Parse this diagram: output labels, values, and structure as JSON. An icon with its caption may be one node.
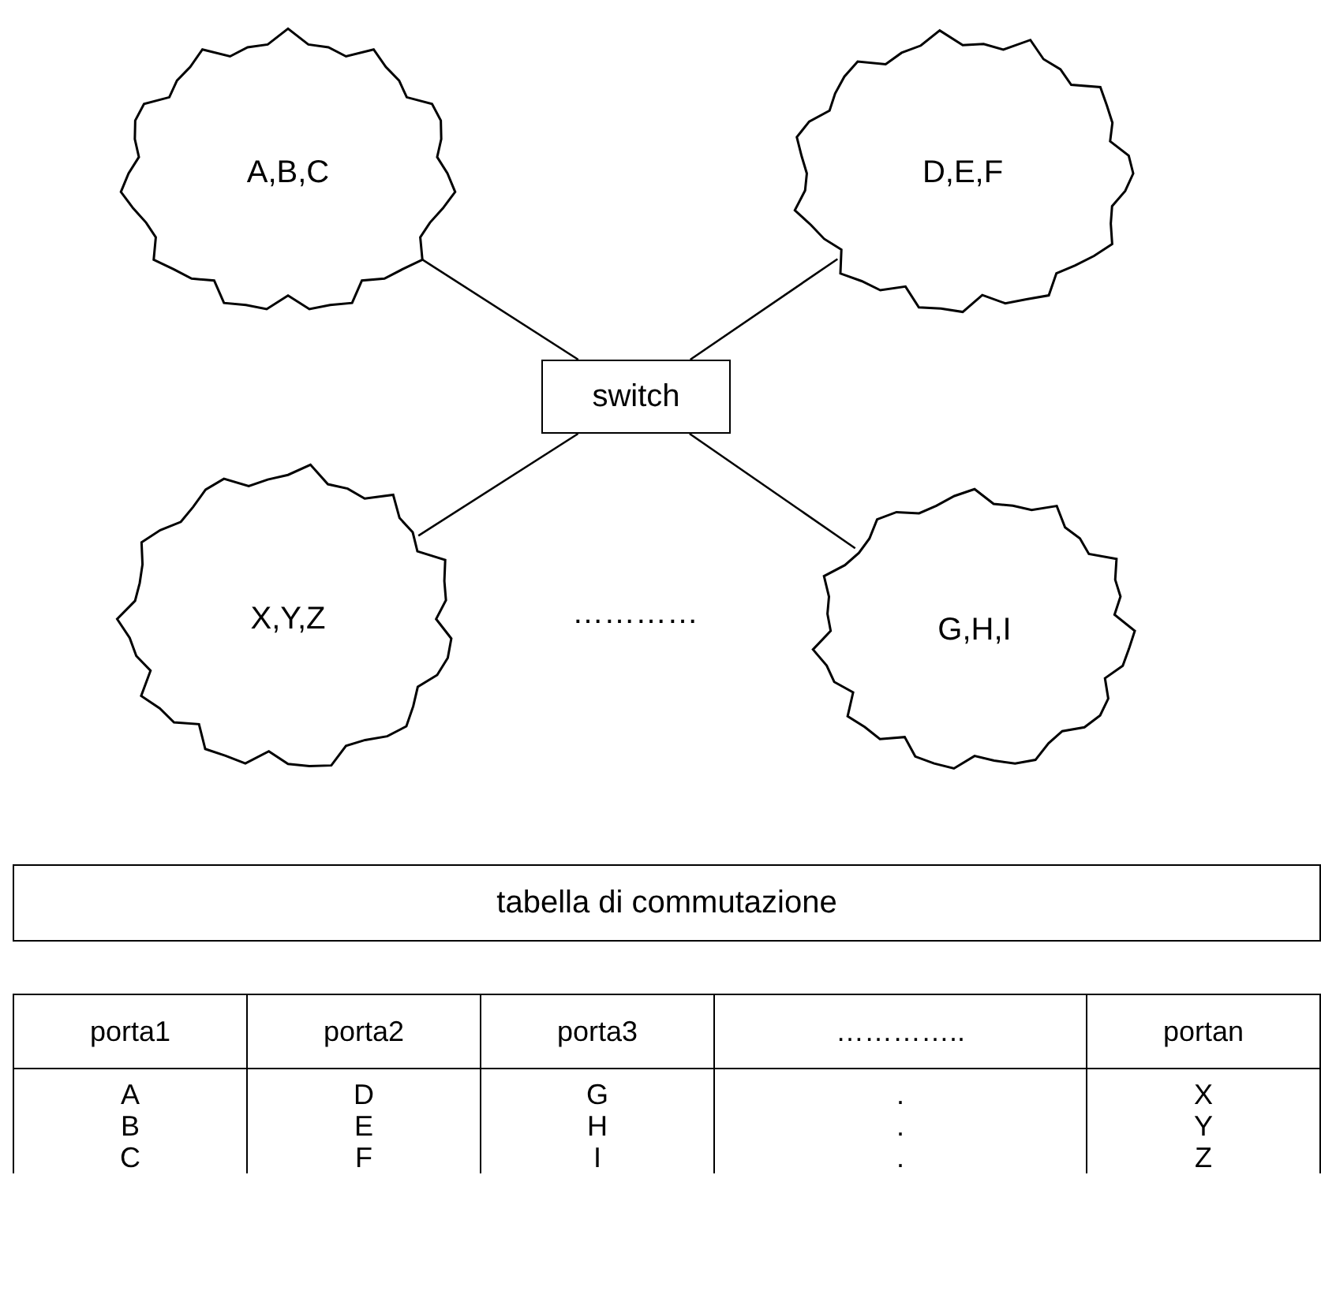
{
  "diagram": {
    "nodes": [
      {
        "text": [
          "A,B,C"
        ]
      },
      {
        "text": [
          "D,E,F"
        ]
      },
      {
        "text": [
          "switch"
        ]
      },
      {
        "text": [
          "X,Y,Z"
        ]
      },
      {
        "text": [
          "G,H,I"
        ]
      },
      {
        "text": [
          "tabella di commutazione"
        ]
      }
    ],
    "edges": [
      {
        "from": 0,
        "to": 2,
        "arrow": "none"
      },
      {
        "from": 1,
        "to": 2,
        "arrow": "none"
      },
      {
        "from": 3,
        "to": 2,
        "arrow": "none"
      },
      {
        "from": 4,
        "to": 2,
        "arrow": "none"
      }
    ],
    "labels": [
      "…………",
      "porta1",
      "porta2",
      "porta3",
      "…………..",
      "portan",
      "A",
      "D",
      "G",
      ".",
      "X",
      "B",
      "E",
      "H",
      ".",
      "Y",
      "C",
      "F",
      "I",
      ".",
      "Z"
    ]
  }
}
